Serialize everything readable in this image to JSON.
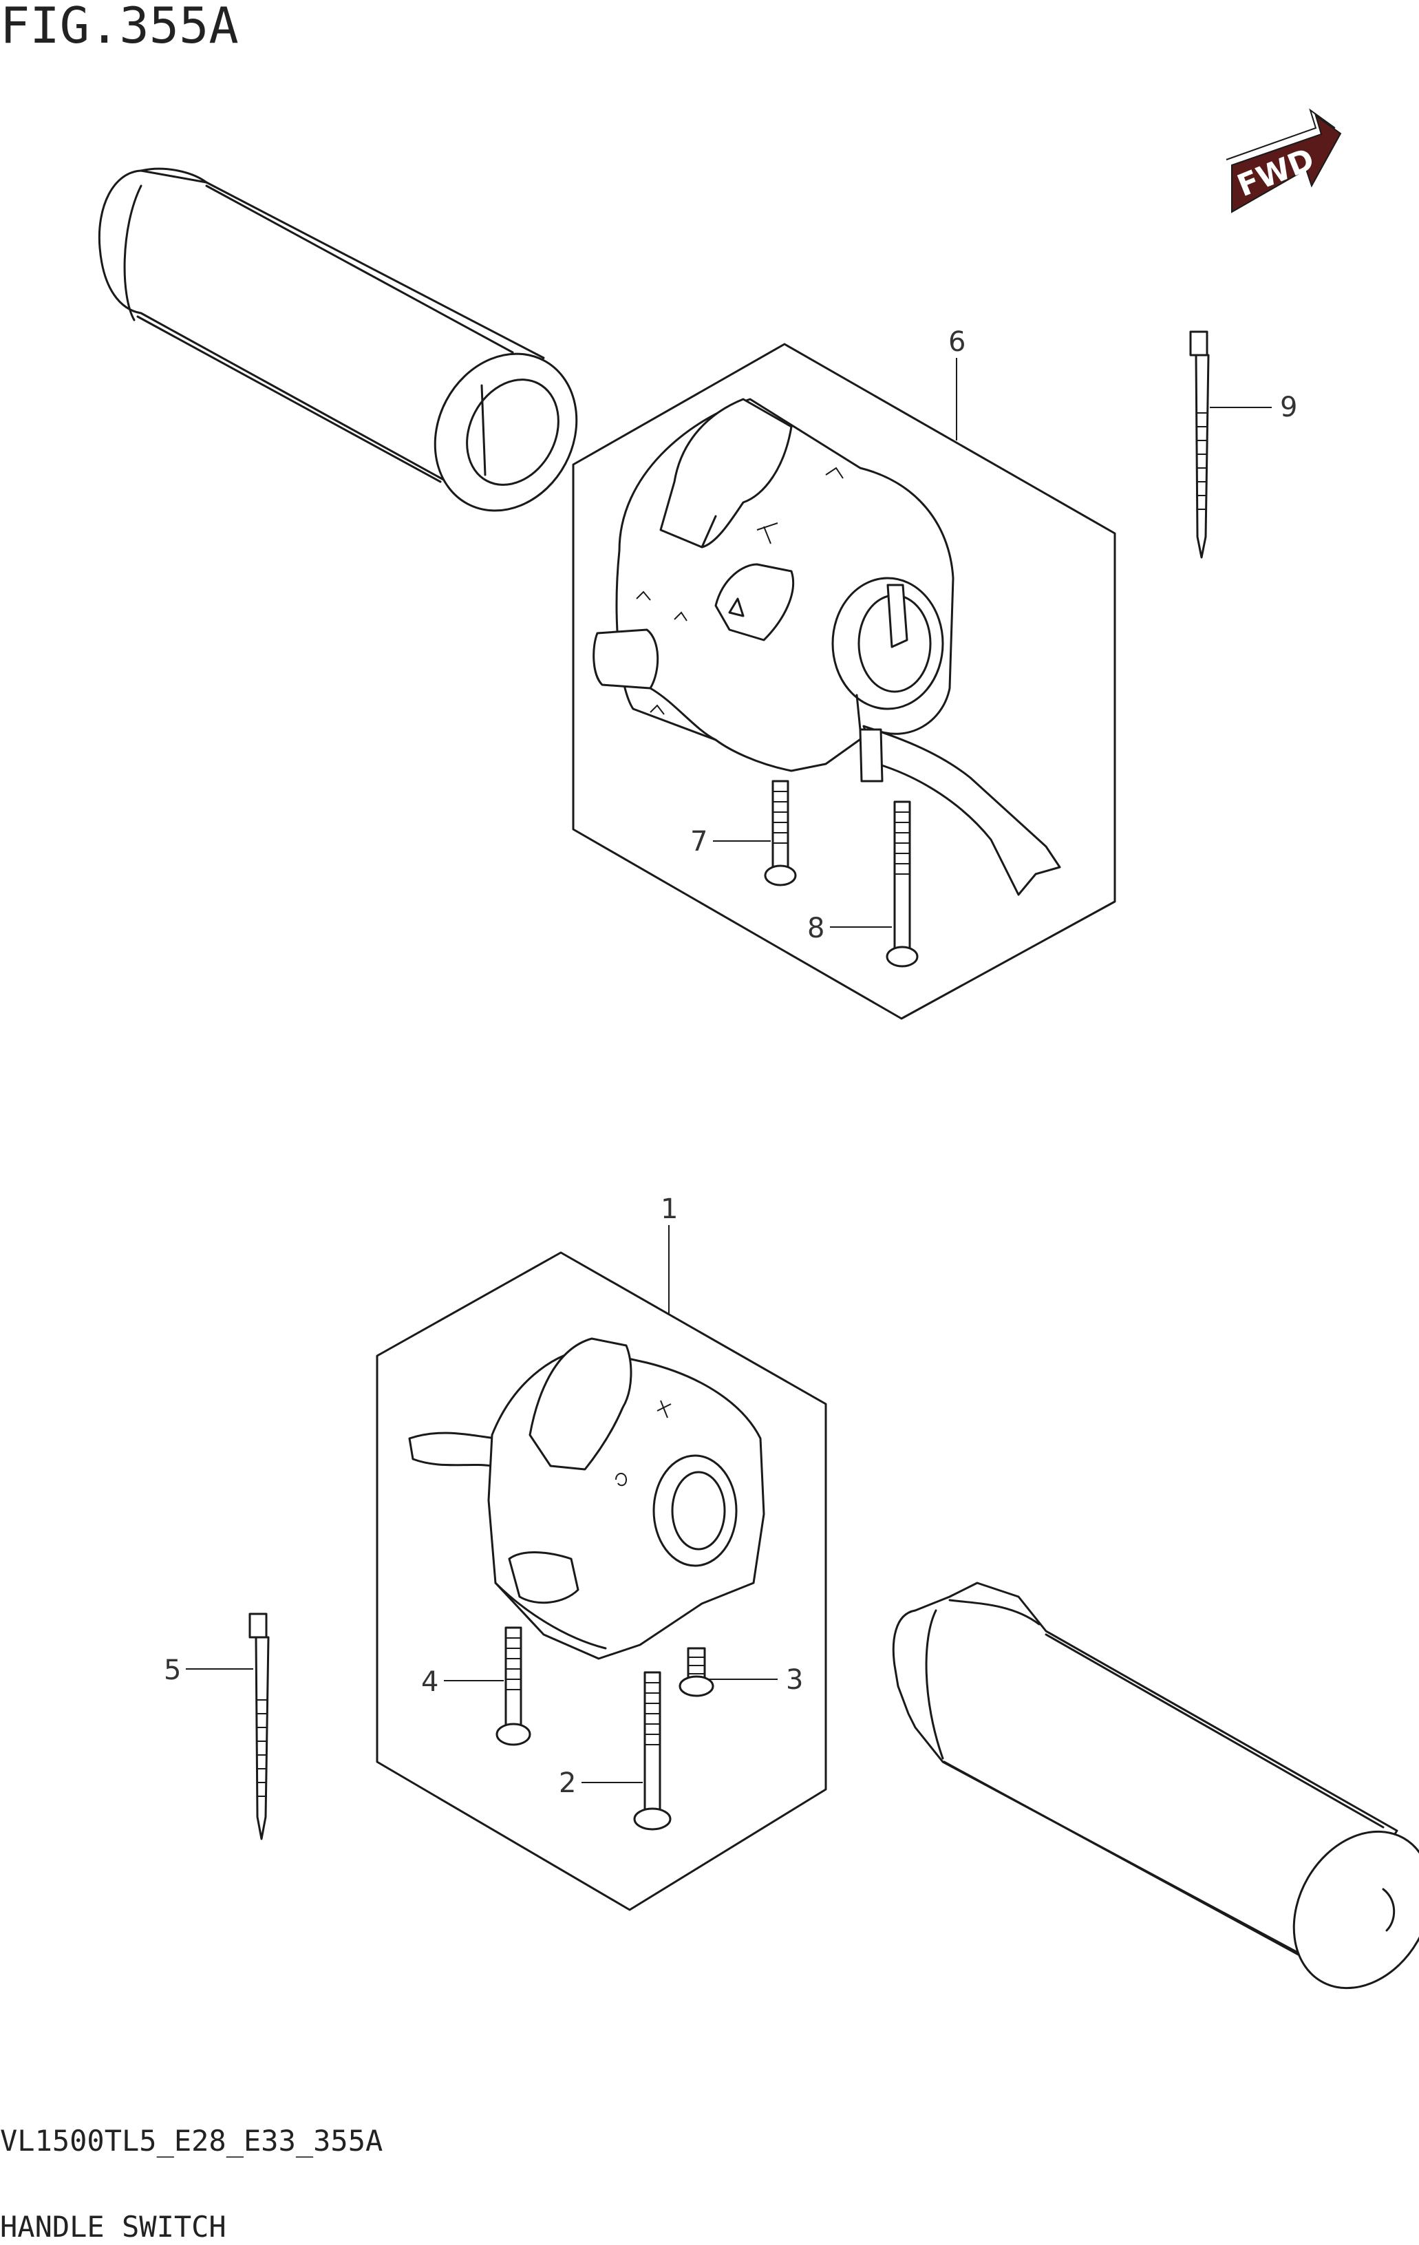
{
  "figure": {
    "title": "FIG.355A",
    "code": "VL1500TL5_E28_E33_355A",
    "name": "HANDLE SWITCH",
    "fwd_label": "FWD"
  },
  "callouts": [
    "1",
    "2",
    "3",
    "4",
    "5",
    "6",
    "7",
    "8",
    "9"
  ]
}
